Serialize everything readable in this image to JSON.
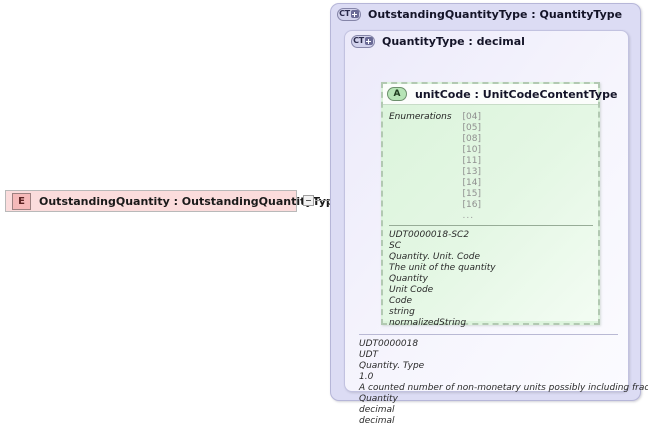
{
  "element": {
    "icon": "element-icon-E",
    "icon_letter": "E",
    "label": "OutstandingQuantity : OutstandingQuantityType",
    "toggle": "collapse-toggle-minus"
  },
  "outer_type": {
    "icon": "complextype-icon-CT",
    "icon_text": "CT",
    "title": "OutstandingQuantityType : QuantityType"
  },
  "inner_type": {
    "icon": "complextype-icon-CT",
    "icon_text": "CT",
    "title": "QuantityType : decimal",
    "documentation": [
      "UDT0000018",
      "UDT",
      "Quantity. Type",
      "1.0",
      "A counted number of non-monetary units possibly including fractions.",
      "Quantity",
      "decimal",
      "decimal"
    ]
  },
  "attribute": {
    "icon": "attribute-icon-A",
    "icon_letter": "A",
    "title": "unitCode : UnitCodeContentType",
    "facets_label": "Enumerations",
    "enumerations": [
      "[04]",
      "[05]",
      "[08]",
      "[10]",
      "[11]",
      "[13]",
      "[14]",
      "[15]",
      "[16]",
      "..."
    ],
    "documentation": [
      "UDT0000018-SC2",
      "SC",
      "Quantity. Unit. Code",
      "The unit of the quantity",
      "Quantity",
      "Unit Code",
      "Code",
      "string",
      "normalizedString"
    ]
  },
  "colors": {
    "element_fill": "#fbdcdc",
    "element_icon_fill": "#f5b9b9",
    "outer_panel_fill": "#dcdcf4",
    "inner_panel_fill": "#ecebfa",
    "attribute_fill": "#ddf4dd",
    "attribute_border": "#b2c9b2",
    "attribute_icon_fill": "#b6e4b6"
  }
}
